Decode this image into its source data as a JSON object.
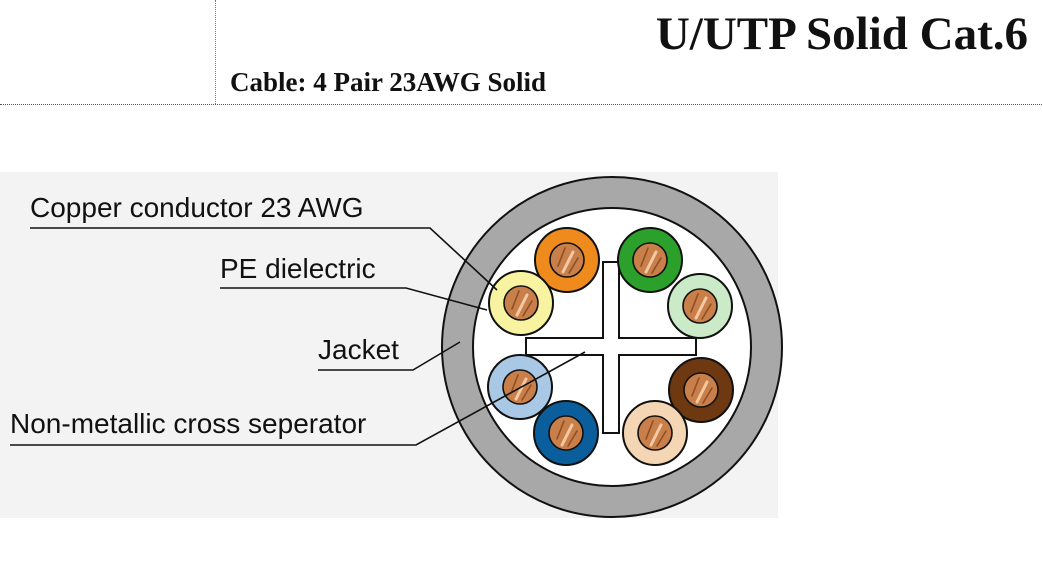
{
  "header": {
    "title": "U/UTP Solid Cat.6",
    "subtitle": "Cable: 4 Pair 23AWG Solid"
  },
  "callouts": {
    "conductor": "Copper conductor 23 AWG",
    "dielectric": "PE dielectric",
    "jacket": "Jacket",
    "separator": "Non-metallic cross seperator"
  },
  "colors": {
    "jacket": "#a8a8a8",
    "panel": "#f3f3f3",
    "copper": "#c87f4a",
    "pair_orange": "#ef8a1c",
    "pair_orange_white": "#f4d6b4",
    "pair_green": "#2ba12b",
    "pair_green_white": "#cbeac8",
    "pair_blue": "#0b5e9c",
    "pair_blue_white": "#a9c8e6",
    "pair_brown": "#6e3810",
    "pair_yellow": "#f7f3a0"
  }
}
